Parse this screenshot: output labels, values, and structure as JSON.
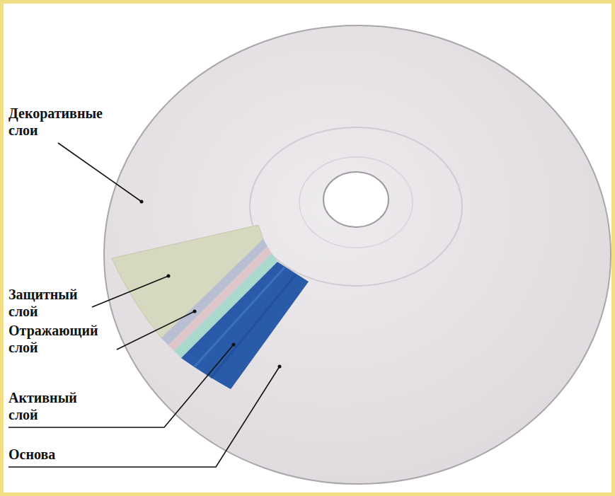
{
  "diagram": {
    "labels": [
      "Декоративные слои",
      "Защитный слой",
      "Отражающий слой",
      "Активный слой",
      "Основа"
    ]
  }
}
